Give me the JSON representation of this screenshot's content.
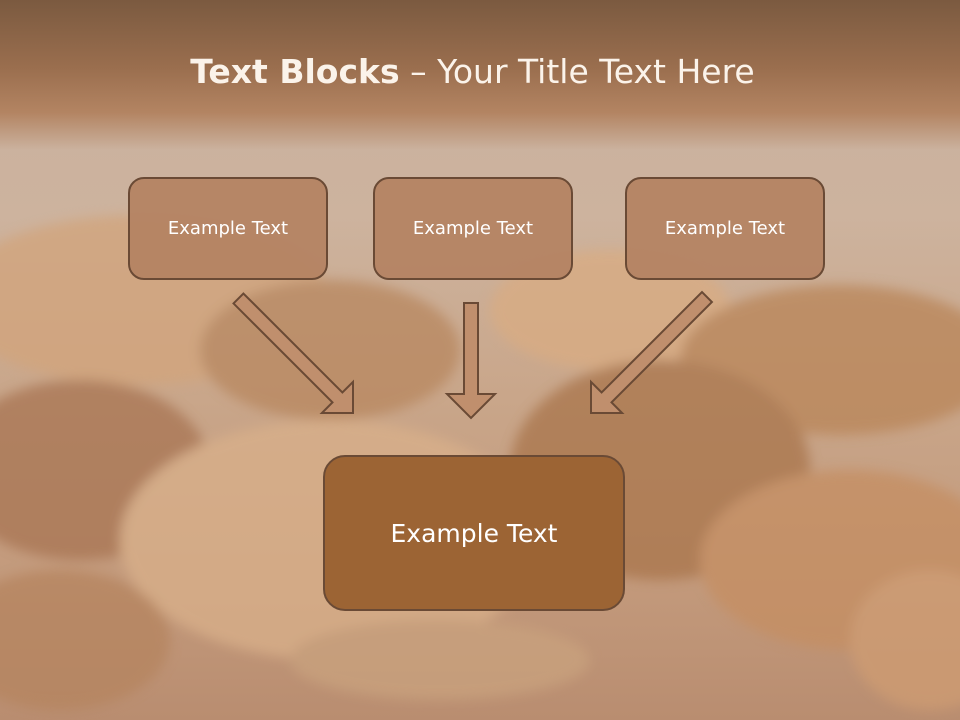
{
  "title": {
    "bold": "Text Blocks",
    "rest": " – Your Title Text Here"
  },
  "boxes": [
    {
      "label": "Example Text"
    },
    {
      "label": "Example Text"
    },
    {
      "label": "Example Text"
    }
  ],
  "center_box": {
    "label": "Example Text"
  },
  "colors": {
    "title_band": "#8a6346",
    "small_box_fill": "#b4825f",
    "big_box_fill": "#9c6434",
    "box_border": "#6a4a35",
    "arrow_fill": "#c08f6d"
  }
}
